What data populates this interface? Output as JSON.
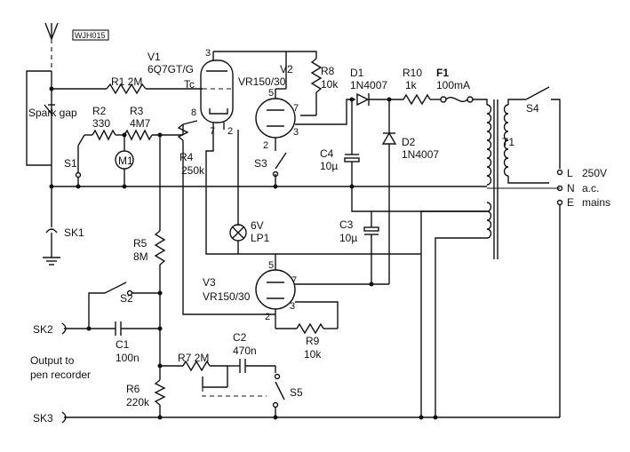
{
  "drawing_id": "WJH015",
  "labels": {
    "spark_gap": "Spark gap",
    "r1": "R1 2M",
    "v1_ref": "V1",
    "v1_type": "6Q7GT/G",
    "tc": "Tc",
    "v2_ref": "V2",
    "v2_type": "VR150/30",
    "r8_ref": "R8",
    "r8_val": "10k",
    "d1_ref": "D1",
    "d1_type": "1N4007",
    "r10_ref": "R10",
    "r10_val": "1k",
    "f1_ref": "F1",
    "f1_val": "100mA",
    "s4": "S4",
    "r2_ref": "R2",
    "r2_val": "330",
    "r3_ref": "R3",
    "r3_val": "4M7",
    "s1": "S1",
    "m1": "M1",
    "r4_ref": "R4",
    "r4_val": "250k",
    "s3": "S3",
    "c4_ref": "C4",
    "c4_val": "10µ",
    "d2_ref": "D2",
    "d2_type": "1N4007",
    "t1": "T1",
    "mains_l": "L",
    "mains_n": "N",
    "mains_e": "E",
    "mains_250v": "250V",
    "mains_ac": "a.c.",
    "mains_word": "mains",
    "sk1": "SK1",
    "lamp_v": "6V",
    "lp1": "LP1",
    "c3_ref": "C3",
    "c3_val": "10µ",
    "r5_ref": "R5",
    "r5_val": "8M",
    "s2": "S2",
    "v3_ref": "V3",
    "v3_type": "VR150/30",
    "sk2": "SK2",
    "c1_ref": "C1",
    "c1_val": "100n",
    "r9_ref": "R9",
    "r9_val": "10k",
    "c2_ref": "C2",
    "c2_val": "470n",
    "r7": "R7 2M",
    "output_1": "Output to",
    "output_2": "pen recorder",
    "r6_ref": "R6",
    "r6_val": "220k",
    "s5": "S5",
    "sk3": "SK3",
    "pin_3a": "3",
    "pin_8": "8",
    "pin_7a": "7",
    "pin_2a": "2",
    "pin_5a": "5",
    "pin_7b": "7",
    "pin_2b": "2",
    "pin_3b": "3",
    "pin_5b": "5",
    "pin_7c": "7",
    "pin_2c": "2",
    "pin_3c": "3"
  }
}
